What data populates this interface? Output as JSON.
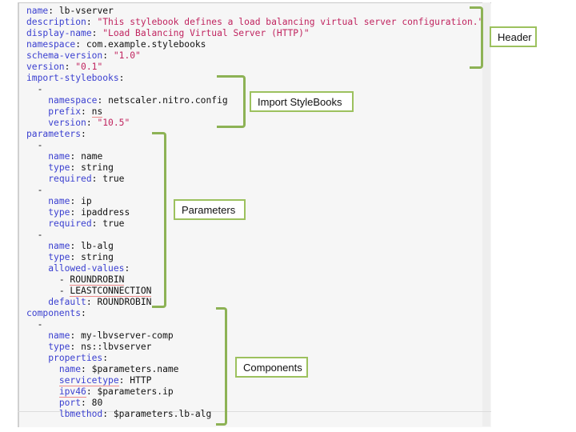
{
  "editor": {
    "lines": [
      {
        "indent": 0,
        "key": "name",
        "value": "lb-vserver",
        "vtype": "plain"
      },
      {
        "indent": 0,
        "key": "description",
        "value": "\"This stylebook defines a load balancing virtual server configuration.\"",
        "vtype": "string"
      },
      {
        "indent": 0,
        "key": "display-name",
        "value": "\"Load Balancing Virtual Server (HTTP)\"",
        "vtype": "string"
      },
      {
        "indent": 0,
        "key": "namespace",
        "value": "com.example.stylebooks",
        "vtype": "plain"
      },
      {
        "indent": 0,
        "key": "schema-version",
        "value": "\"1.0\"",
        "vtype": "string"
      },
      {
        "indent": 0,
        "key": "version",
        "value": "\"0.1\"",
        "vtype": "string"
      },
      {
        "indent": 0,
        "key": "import-stylebooks",
        "value": "",
        "vtype": "none"
      },
      {
        "indent": 2,
        "dash": "-"
      },
      {
        "indent": 4,
        "key": "namespace",
        "value": "netscaler.nitro.config",
        "vtype": "plain"
      },
      {
        "indent": 4,
        "key": "prefix",
        "value": "ns",
        "vtype": "plain",
        "spell_value": true
      },
      {
        "indent": 4,
        "key": "version",
        "value": "\"10.5\"",
        "vtype": "string"
      },
      {
        "indent": 0,
        "key": "parameters",
        "value": "",
        "vtype": "none"
      },
      {
        "indent": 2,
        "dash": "-"
      },
      {
        "indent": 4,
        "key": "name",
        "value": "name",
        "vtype": "plain"
      },
      {
        "indent": 4,
        "key": "type",
        "value": "string",
        "vtype": "plain"
      },
      {
        "indent": 4,
        "key": "required",
        "value": "true",
        "vtype": "plain"
      },
      {
        "indent": 2,
        "dash": "-"
      },
      {
        "indent": 4,
        "key": "name",
        "value": "ip",
        "vtype": "plain"
      },
      {
        "indent": 4,
        "key": "type",
        "value": "ipaddress",
        "vtype": "plain"
      },
      {
        "indent": 4,
        "key": "required",
        "value": "true",
        "vtype": "plain"
      },
      {
        "indent": 2,
        "dash": "-"
      },
      {
        "indent": 4,
        "key": "name",
        "value": "lb-alg",
        "vtype": "plain"
      },
      {
        "indent": 4,
        "key": "type",
        "value": "string",
        "vtype": "plain"
      },
      {
        "indent": 4,
        "key": "allowed-values",
        "value": "",
        "vtype": "none"
      },
      {
        "indent": 6,
        "list_item": "ROUNDROBIN",
        "spell_value": true
      },
      {
        "indent": 6,
        "list_item": "LEASTCONNECTION",
        "spell_value": true
      },
      {
        "indent": 4,
        "key": "default",
        "value": "ROUNDROBIN",
        "vtype": "plain"
      },
      {
        "indent": 0,
        "key": "components",
        "value": "",
        "vtype": "none"
      },
      {
        "indent": 2,
        "dash": "-"
      },
      {
        "indent": 4,
        "key": "name",
        "value": "my-lbvserver-comp",
        "vtype": "plain"
      },
      {
        "indent": 4,
        "key": "type",
        "value": "ns::lbvserver",
        "vtype": "plain"
      },
      {
        "indent": 4,
        "key": "properties",
        "value": "",
        "vtype": "none"
      },
      {
        "indent": 6,
        "key": "name",
        "value": "$parameters.name",
        "vtype": "plain"
      },
      {
        "indent": 6,
        "key": "servicetype",
        "value": "HTTP",
        "vtype": "plain",
        "spell_key": true
      },
      {
        "indent": 6,
        "key": "ipv46",
        "value": "$parameters.ip",
        "vtype": "plain",
        "spell_key": true
      },
      {
        "indent": 6,
        "key": "port",
        "value": "80",
        "vtype": "plain"
      },
      {
        "indent": 6,
        "key": "lbmethod",
        "value": "$parameters.lb-alg",
        "vtype": "plain"
      }
    ]
  },
  "annotations": {
    "header": "Header",
    "import_stylebooks": "Import StyleBooks",
    "parameters": "Parameters",
    "components": "Components"
  },
  "colors": {
    "key": "#3a3fd0",
    "string": "#c0245f",
    "bracket": "#8db255",
    "spellcheck": "#e8787a"
  }
}
